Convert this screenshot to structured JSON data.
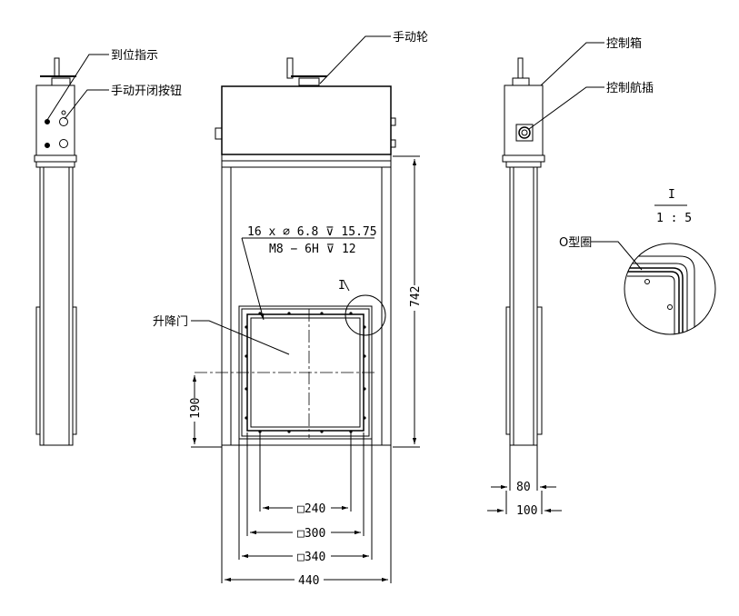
{
  "labels": {
    "handwheel": "手动轮",
    "position_indicator": "到位指示",
    "manual_open_close_button": "手动开闭按钮",
    "control_box": "控制箱",
    "aviation_plug": "控制航插",
    "lift_door": "升降门",
    "o_ring": "O型圈"
  },
  "detail": {
    "ref": "I",
    "title_top": "I",
    "scale": "1 : 5"
  },
  "hole_note": {
    "line1": "16 x ∅ 6.8 ⊽ 15.75",
    "line2": "M8 − 6H ⊽ 12"
  },
  "dimensions": {
    "height": "742",
    "opening_offset": "190",
    "sq240": "□240",
    "sq300": "□300",
    "sq340": "□340",
    "width": "440",
    "depth_frame": "80",
    "depth_total": "100"
  }
}
